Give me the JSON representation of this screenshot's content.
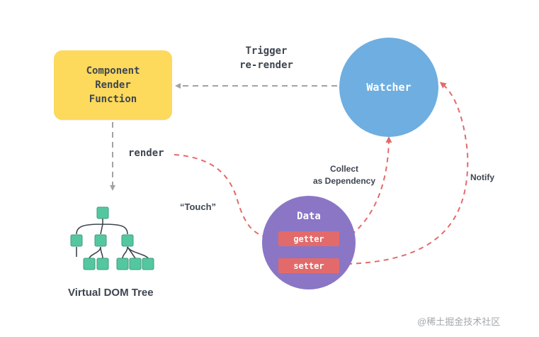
{
  "nodes": {
    "component_render_function": [
      "Component",
      "Render",
      "Function"
    ],
    "watcher": "Watcher",
    "data": {
      "title": "Data",
      "getter": "getter",
      "setter": "setter"
    },
    "virtual_dom_tree": "Virtual DOM Tree"
  },
  "edges": {
    "trigger_rerender": [
      "Trigger",
      "re-render"
    ],
    "render": "render",
    "touch": "“Touch”",
    "collect_as_dependency": [
      "Collect",
      "as Dependency"
    ],
    "notify": "Notify"
  },
  "watermark": "@稀土掘金技术社区",
  "colors": {
    "component_fill": "#fdd95c",
    "watcher_fill": "#6faee0",
    "data_fill": "#8a76c5",
    "getter_setter_fill": "#e36a6a",
    "tree_node_fill": "#54c7a0",
    "tree_edge": "#3e4650",
    "gray_arrow": "#a3a3a3",
    "red_arrow": "#e36a6a",
    "text": "#3e4650"
  },
  "icons": {
    "tree": "virtual-dom-tree-icon"
  }
}
